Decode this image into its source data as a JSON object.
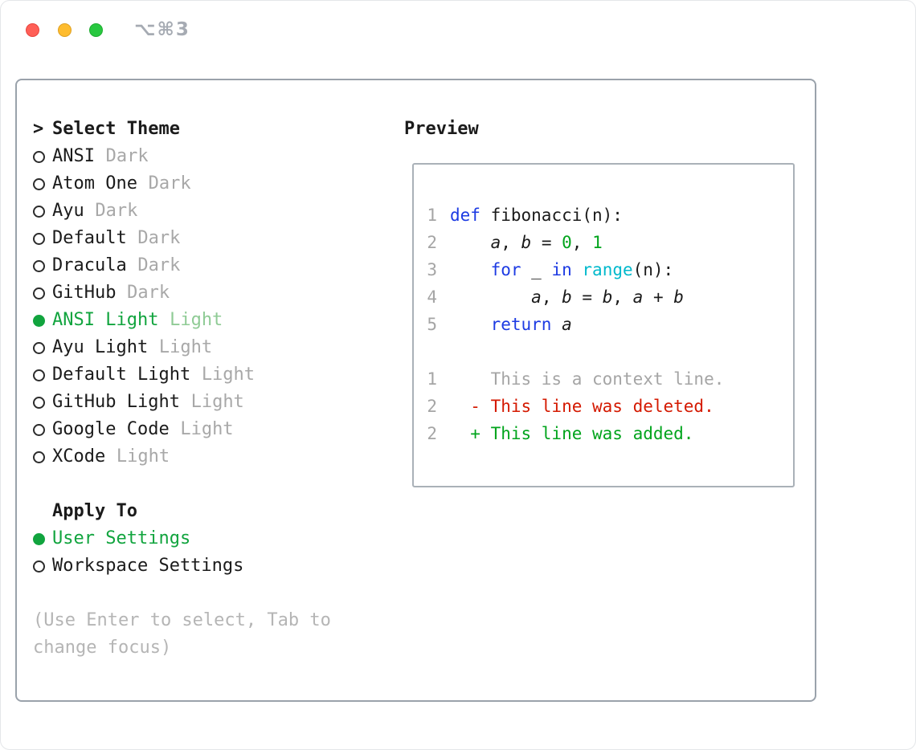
{
  "window": {
    "shortcut": "⌥⌘3"
  },
  "theme_selector": {
    "prompt": ">",
    "title": "Select Theme",
    "items": [
      {
        "label": "ANSI",
        "variant": "Dark",
        "selected": false
      },
      {
        "label": "Atom One",
        "variant": "Dark",
        "selected": false
      },
      {
        "label": "Ayu",
        "variant": "Dark",
        "selected": false
      },
      {
        "label": "Default",
        "variant": "Dark",
        "selected": false
      },
      {
        "label": "Dracula",
        "variant": "Dark",
        "selected": false
      },
      {
        "label": "GitHub",
        "variant": "Dark",
        "selected": false
      },
      {
        "label": "ANSI Light",
        "variant": "Light",
        "selected": true
      },
      {
        "label": "Ayu Light",
        "variant": "Light",
        "selected": false
      },
      {
        "label": "Default Light",
        "variant": "Light",
        "selected": false
      },
      {
        "label": "GitHub Light",
        "variant": "Light",
        "selected": false
      },
      {
        "label": "Google Code",
        "variant": "Light",
        "selected": false
      },
      {
        "label": "XCode",
        "variant": "Light",
        "selected": false
      }
    ]
  },
  "apply_to": {
    "title": "Apply To",
    "options": [
      {
        "label": "User Settings",
        "selected": true
      },
      {
        "label": "Workspace Settings",
        "selected": false
      }
    ]
  },
  "hint": "(Use Enter to select, Tab to change focus)",
  "preview": {
    "title": "Preview",
    "lines": [
      {
        "num": "1",
        "tokens": [
          {
            "t": "def",
            "c": "kw"
          },
          {
            "t": " fibonacci(n):",
            "c": "plain"
          }
        ]
      },
      {
        "num": "2",
        "tokens": [
          {
            "t": "    ",
            "c": "plain"
          },
          {
            "t": "a",
            "c": "var"
          },
          {
            "t": ", ",
            "c": "plain"
          },
          {
            "t": "b",
            "c": "var"
          },
          {
            "t": " = ",
            "c": "plain"
          },
          {
            "t": "0",
            "c": "num"
          },
          {
            "t": ", ",
            "c": "plain"
          },
          {
            "t": "1",
            "c": "num"
          }
        ]
      },
      {
        "num": "3",
        "tokens": [
          {
            "t": "    ",
            "c": "plain"
          },
          {
            "t": "for",
            "c": "kw"
          },
          {
            "t": " _ ",
            "c": "plain"
          },
          {
            "t": "in",
            "c": "kw"
          },
          {
            "t": " ",
            "c": "plain"
          },
          {
            "t": "range",
            "c": "builtin"
          },
          {
            "t": "(n):",
            "c": "plain"
          }
        ]
      },
      {
        "num": "4",
        "tokens": [
          {
            "t": "        ",
            "c": "plain"
          },
          {
            "t": "a",
            "c": "var"
          },
          {
            "t": ", ",
            "c": "plain"
          },
          {
            "t": "b",
            "c": "var"
          },
          {
            "t": " = ",
            "c": "plain"
          },
          {
            "t": "b",
            "c": "var"
          },
          {
            "t": ", ",
            "c": "plain"
          },
          {
            "t": "a",
            "c": "var"
          },
          {
            "t": " + ",
            "c": "plain"
          },
          {
            "t": "b",
            "c": "var"
          }
        ]
      },
      {
        "num": "5",
        "tokens": [
          {
            "t": "    ",
            "c": "plain"
          },
          {
            "t": "return",
            "c": "kw"
          },
          {
            "t": " ",
            "c": "plain"
          },
          {
            "t": "a",
            "c": "var"
          }
        ]
      },
      {
        "num": "",
        "tokens": []
      },
      {
        "num": "1",
        "tokens": [
          {
            "t": "    This is a context line.",
            "c": "ctx"
          }
        ]
      },
      {
        "num": "2",
        "tokens": [
          {
            "t": "  - This line was deleted.",
            "c": "del"
          }
        ]
      },
      {
        "num": "2",
        "tokens": [
          {
            "t": "  + This line was added.",
            "c": "add"
          }
        ]
      }
    ]
  },
  "colors": {
    "keyword": "#1d3be3",
    "builtin": "#00b9cc",
    "number": "#00a41c",
    "added": "#00a41c",
    "deleted": "#d41900",
    "context": "#a5a5a5",
    "selected": "#11a43e",
    "selected_tag": "#8fcb95",
    "tag": "#a8a8a8",
    "hint": "#b5b5b5"
  }
}
